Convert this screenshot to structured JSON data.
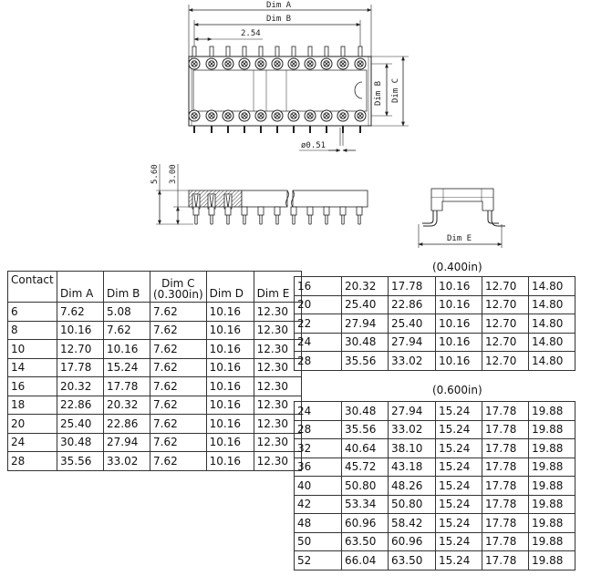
{
  "drawing": {
    "dim_a": "Dim A",
    "dim_b": "Dim B",
    "pitch": "2.54",
    "dim_b_side": "Dim B",
    "dim_c_side": "Dim C",
    "pin_dia": "ø0.51",
    "height_total": "5.60",
    "height_pin": "3.00",
    "dim_e": "Dim E"
  },
  "table_main": {
    "headers": [
      "Contact",
      "Dim A",
      "Dim B",
      "Dim C",
      "(0.300in)",
      "Dim D",
      "Dim E"
    ],
    "rows": [
      [
        "6",
        "7.62",
        "5.08",
        "7.62",
        "10.16",
        "12.30"
      ],
      [
        "8",
        "10.16",
        "7.62",
        "7.62",
        "10.16",
        "12.30"
      ],
      [
        "10",
        "12.70",
        "10.16",
        "7.62",
        "10.16",
        "12.30"
      ],
      [
        "14",
        "17.78",
        "15.24",
        "7.62",
        "10.16",
        "12.30"
      ],
      [
        "16",
        "20.32",
        "17.78",
        "7.62",
        "10.16",
        "12.30"
      ],
      [
        "18",
        "22.86",
        "20.32",
        "7.62",
        "10.16",
        "12.30"
      ],
      [
        "20",
        "25.40",
        "22.86",
        "7.62",
        "10.16",
        "12.30"
      ],
      [
        "24",
        "30.48",
        "27.94",
        "7.62",
        "10.16",
        "12.30"
      ],
      [
        "28",
        "35.56",
        "33.02",
        "7.62",
        "10.16",
        "12.30"
      ]
    ]
  },
  "table_400": {
    "caption": "(0.400in)",
    "rows": [
      [
        "16",
        "20.32",
        "17.78",
        "10.16",
        "12.70",
        "14.80"
      ],
      [
        "20",
        "25.40",
        "22.86",
        "10.16",
        "12.70",
        "14.80"
      ],
      [
        "22",
        "27.94",
        "25.40",
        "10.16",
        "12.70",
        "14.80"
      ],
      [
        "24",
        "30.48",
        "27.94",
        "10.16",
        "12.70",
        "14.80"
      ],
      [
        "28",
        "35.56",
        "33.02",
        "10.16",
        "12.70",
        "14.80"
      ]
    ]
  },
  "table_600": {
    "caption": "(0.600in)",
    "rows": [
      [
        "24",
        "30.48",
        "27.94",
        "15.24",
        "17.78",
        "19.88"
      ],
      [
        "28",
        "35.56",
        "33.02",
        "15.24",
        "17.78",
        "19.88"
      ],
      [
        "32",
        "40.64",
        "38.10",
        "15.24",
        "17.78",
        "19.88"
      ],
      [
        "36",
        "45.72",
        "43.18",
        "15.24",
        "17.78",
        "19.88"
      ],
      [
        "40",
        "50.80",
        "48.26",
        "15.24",
        "17.78",
        "19.88"
      ],
      [
        "42",
        "53.34",
        "50.80",
        "15.24",
        "17.78",
        "19.88"
      ],
      [
        "48",
        "60.96",
        "58.42",
        "15.24",
        "17.78",
        "19.88"
      ],
      [
        "50",
        "63.50",
        "60.96",
        "15.24",
        "17.78",
        "19.88"
      ],
      [
        "52",
        "66.04",
        "63.50",
        "15.24",
        "17.78",
        "19.88"
      ]
    ]
  }
}
